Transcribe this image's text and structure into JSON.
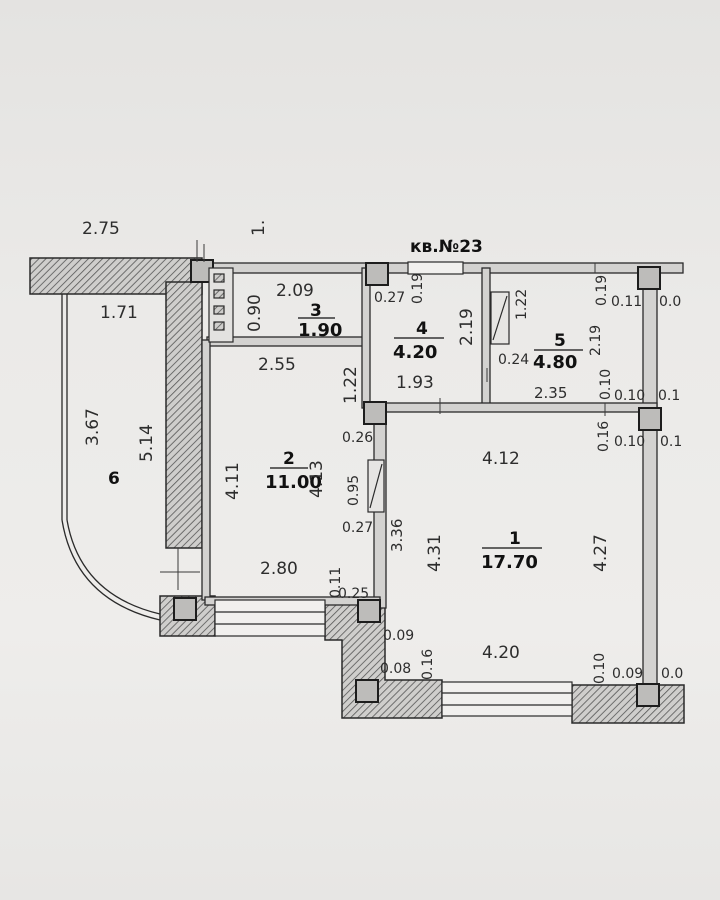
{
  "apartment": {
    "title": "кв.№23"
  },
  "top_fragments": {
    "left": "2.75",
    "right": "1."
  },
  "rooms": [
    {
      "id": "1",
      "number": "1",
      "area": "17.70"
    },
    {
      "id": "2",
      "number": "2",
      "area": "11.00"
    },
    {
      "id": "3",
      "number": "3",
      "area": "1.90"
    },
    {
      "id": "4",
      "number": "4",
      "area": "4.20"
    },
    {
      "id": "5",
      "number": "5",
      "area": "4.80"
    },
    {
      "id": "6",
      "number": "6"
    }
  ],
  "dimensions": {
    "balcony_top": "1.71",
    "balcony_arc": "3.67",
    "balcony_inner": "5.14",
    "r3_width": "2.09",
    "r3_depth": "0.90",
    "r2_top": "2.55",
    "r2_left": "4.11",
    "r2_right": "4.13",
    "r2_bottom": "2.80",
    "r4_top_gap": "0.27",
    "r4_top_wall": "0.19",
    "r4_height": "2.19",
    "r4_width": "1.93",
    "r4_door": "1.22",
    "r5_door": "1.22",
    "r5_gap": "0.24",
    "r5_top_wall": "0.19",
    "r5_height": "2.19",
    "r5_width": "2.35",
    "r5_wall": "0.10",
    "right_011": "0.11",
    "right_00": "0.0",
    "right_010a": "0.10",
    "right_01a": "0.1",
    "right_016": "0.16",
    "right_010b": "0.10",
    "right_01b": "0.1",
    "door_026": "0.26",
    "door_095": "0.95",
    "door_027": "0.27",
    "r1_top": "4.12",
    "r1_left": "3.36",
    "r1_inner": "4.31",
    "r1_right": "4.27",
    "r1_bottom": "4.20",
    "bal_011": "0.11",
    "bal_025": "0.25",
    "b_009": "0.09",
    "b_008": "0.08",
    "b_016": "0.16",
    "br_010": "0.10",
    "br_009": "0.09",
    "br_00": "0.0"
  },
  "colors": {
    "wall": "#9a9a9a",
    "ink": "#2a2a2a",
    "paper": "#ebeae8"
  }
}
